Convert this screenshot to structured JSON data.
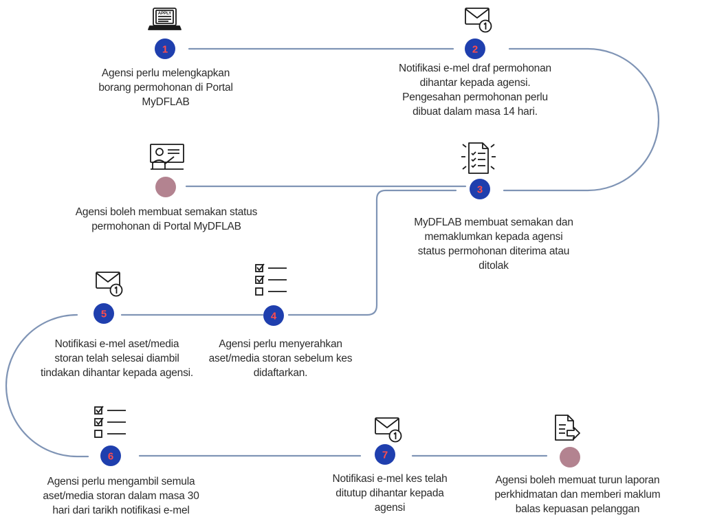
{
  "colors": {
    "path": "#7f94b5",
    "step_circle": "#1f3fae",
    "step_number": "#ff4d4d",
    "plain_circle": "#b38390",
    "icon_stroke": "#1a1a1a"
  },
  "steps": [
    {
      "id": "s1",
      "number": "1",
      "icon": "laptop-apply-icon",
      "icon_text": "APPLY",
      "lines": [
        "Agensi perlu melengkapkan",
        "borang permohonan di Portal",
        "MyDFLAB"
      ]
    },
    {
      "id": "s2",
      "number": "2",
      "icon": "email-notification-icon",
      "lines": [
        "Notifikasi e-mel draf permohonan",
        "dihantar kepada agensi.",
        "Pengesahan permohonan perlu",
        "dibuat dalam masa 14 hari."
      ]
    },
    {
      "id": "s3",
      "number": "3",
      "icon": "checklist-document-icon",
      "lines": [
        "MyDFLAB membuat semakan dan",
        "memaklumkan kepada agensi",
        "status permohonan diterima atau",
        "ditolak"
      ]
    },
    {
      "id": "sa",
      "number": "",
      "icon": "presentation-screen-icon",
      "lines": [
        "Agensi boleh membuat semakan status",
        "permohonan di Portal MyDFLAB"
      ]
    },
    {
      "id": "s4",
      "number": "4",
      "icon": "checklist-icon",
      "lines": [
        "Agensi perlu menyerahkan",
        "aset/media storan sebelum kes",
        "didaftarkan."
      ]
    },
    {
      "id": "s5",
      "number": "5",
      "icon": "email-notification-icon",
      "lines": [
        "Notifikasi e-mel aset/media",
        "storan telah selesai diambil",
        "tindakan dihantar kepada agensi."
      ]
    },
    {
      "id": "s6",
      "number": "6",
      "icon": "checklist-icon",
      "lines": [
        "Agensi perlu mengambil semula",
        "aset/media storan dalam masa 30",
        "hari dari tarikh notifikasi e-mel"
      ]
    },
    {
      "id": "s7",
      "number": "7",
      "icon": "email-notification-icon",
      "lines": [
        "Notifikasi e-mel kes telah",
        "ditutup dihantar kepada",
        "agensi"
      ]
    },
    {
      "id": "sb",
      "number": "",
      "icon": "document-export-icon",
      "lines": [
        "Agensi boleh memuat turun laporan",
        "perkhidmatan dan memberi maklum",
        "balas kepuasan pelanggan"
      ]
    }
  ]
}
